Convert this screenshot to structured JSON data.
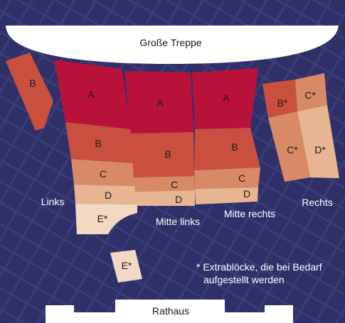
{
  "map": {
    "top_label": "Große Treppe",
    "bottom_label": "Rathaus",
    "sections": {
      "links": "Links",
      "mitte_links": "Mitte links",
      "mitte_rechts": "Mitte rechts",
      "rechts": "Rechts"
    },
    "blocks": {
      "b_far": "B",
      "ml_a": "A",
      "ml_b": "B",
      "ml_c": "C",
      "ml_d": "D",
      "ml_e": "E*",
      "e_lower": "E*",
      "mitl_a": "A",
      "mitl_b": "B",
      "mitl_c": "C",
      "mitl_d": "D",
      "mitr_a": "A",
      "mitr_b": "B",
      "mitr_c": "C",
      "mitr_d": "D",
      "r_b": "B*",
      "r_c_top": "C*",
      "r_c": "C*",
      "r_d": "D*"
    },
    "footnote_line1": "* Extrablöcke, die bei Bedarf",
    "footnote_line2": "aufgestellt werden"
  },
  "colors": {
    "background": "#2f3068",
    "A": "#b8123a",
    "B": "#c9503f",
    "C": "#d88a66",
    "D": "#e8b593",
    "E": "#f3d9c4",
    "B_star": "#c9503f",
    "C_star": "#e09a73",
    "D_star": "#e8b593",
    "white": "#ffffff"
  }
}
